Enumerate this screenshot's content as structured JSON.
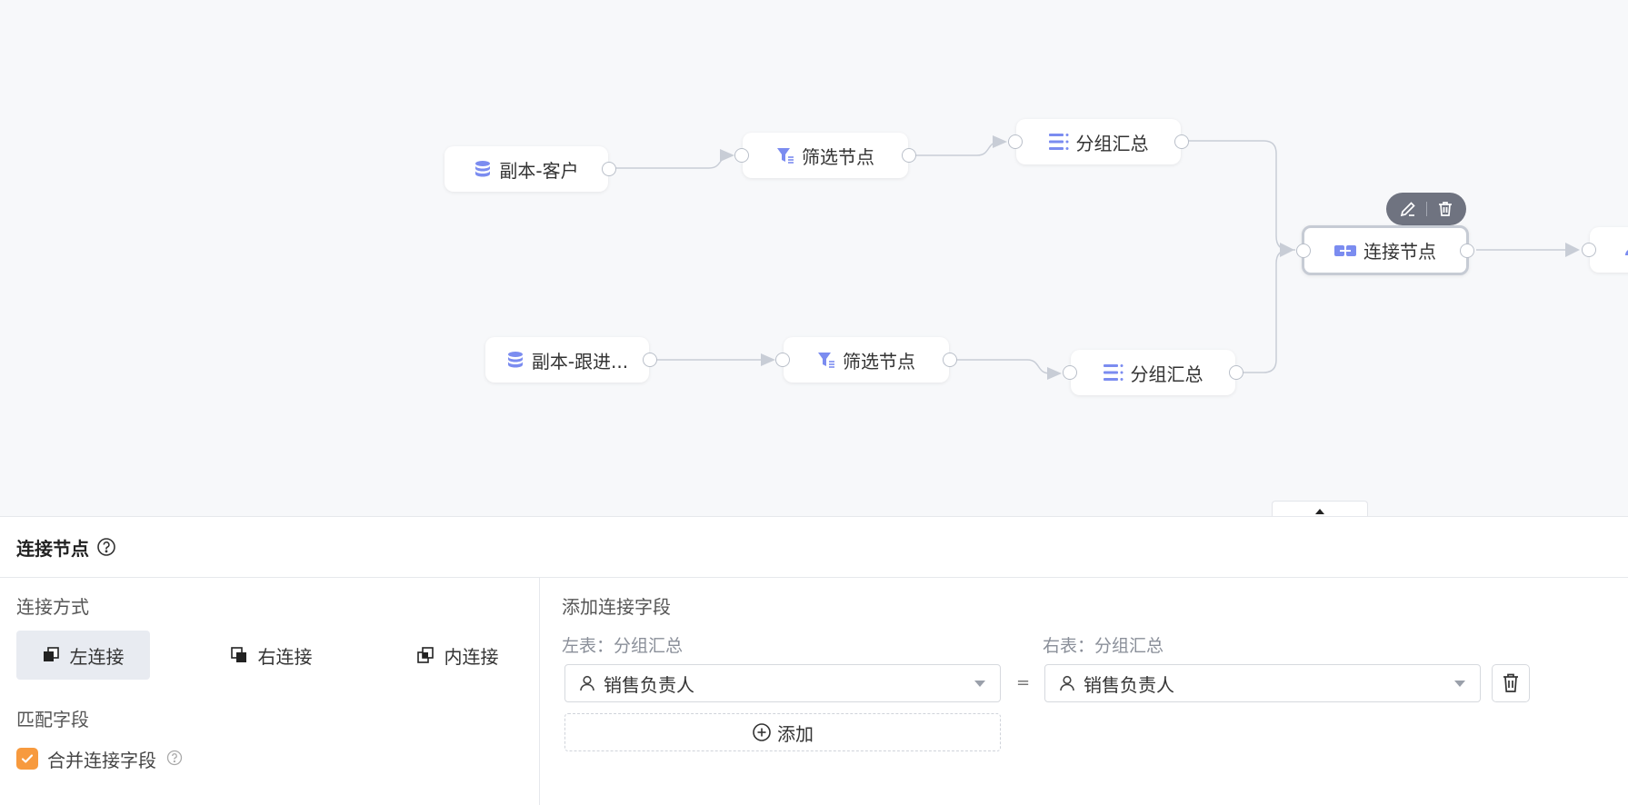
{
  "canvas": {
    "nodes": [
      {
        "id": "src1",
        "label": "副本-客户",
        "icon": "database-icon"
      },
      {
        "id": "filter1",
        "label": "筛选节点",
        "icon": "filter-icon"
      },
      {
        "id": "group1",
        "label": "分组汇总",
        "icon": "group-summary-icon"
      },
      {
        "id": "src2",
        "label": "副本-跟进...",
        "icon": "database-icon"
      },
      {
        "id": "filter2",
        "label": "筛选节点",
        "icon": "filter-icon"
      },
      {
        "id": "group2",
        "label": "分组汇总",
        "icon": "group-summary-icon"
      },
      {
        "id": "join",
        "label": "连接节点",
        "icon": "join-icon",
        "selected": true
      },
      {
        "id": "next",
        "label": "",
        "icon": "output-icon"
      }
    ],
    "toolbar": {
      "edit_icon": "edit-icon",
      "delete_icon": "trash-icon"
    }
  },
  "panel": {
    "title": "连接节点",
    "join_type": {
      "label": "连接方式",
      "options": [
        {
          "label": "左连接",
          "icon": "left-join-icon",
          "active": true
        },
        {
          "label": "右连接",
          "icon": "right-join-icon",
          "active": false
        },
        {
          "label": "内连接",
          "icon": "inner-join-icon",
          "active": false
        }
      ]
    },
    "match_fields": {
      "label": "匹配字段",
      "merge_checkbox": {
        "label": "合并连接字段",
        "checked": true
      }
    },
    "join_fields": {
      "label": "添加连接字段",
      "left_table_label": "左表：分组汇总",
      "right_table_label": "右表：分组汇总",
      "left_field": "销售负责人",
      "right_field": "销售负责人",
      "equals": "=",
      "add_label": "添加"
    }
  },
  "colors": {
    "accent": "#6b7ff0",
    "checkbox": "#f79a3e",
    "canvas_bg": "#f7f8fa"
  }
}
